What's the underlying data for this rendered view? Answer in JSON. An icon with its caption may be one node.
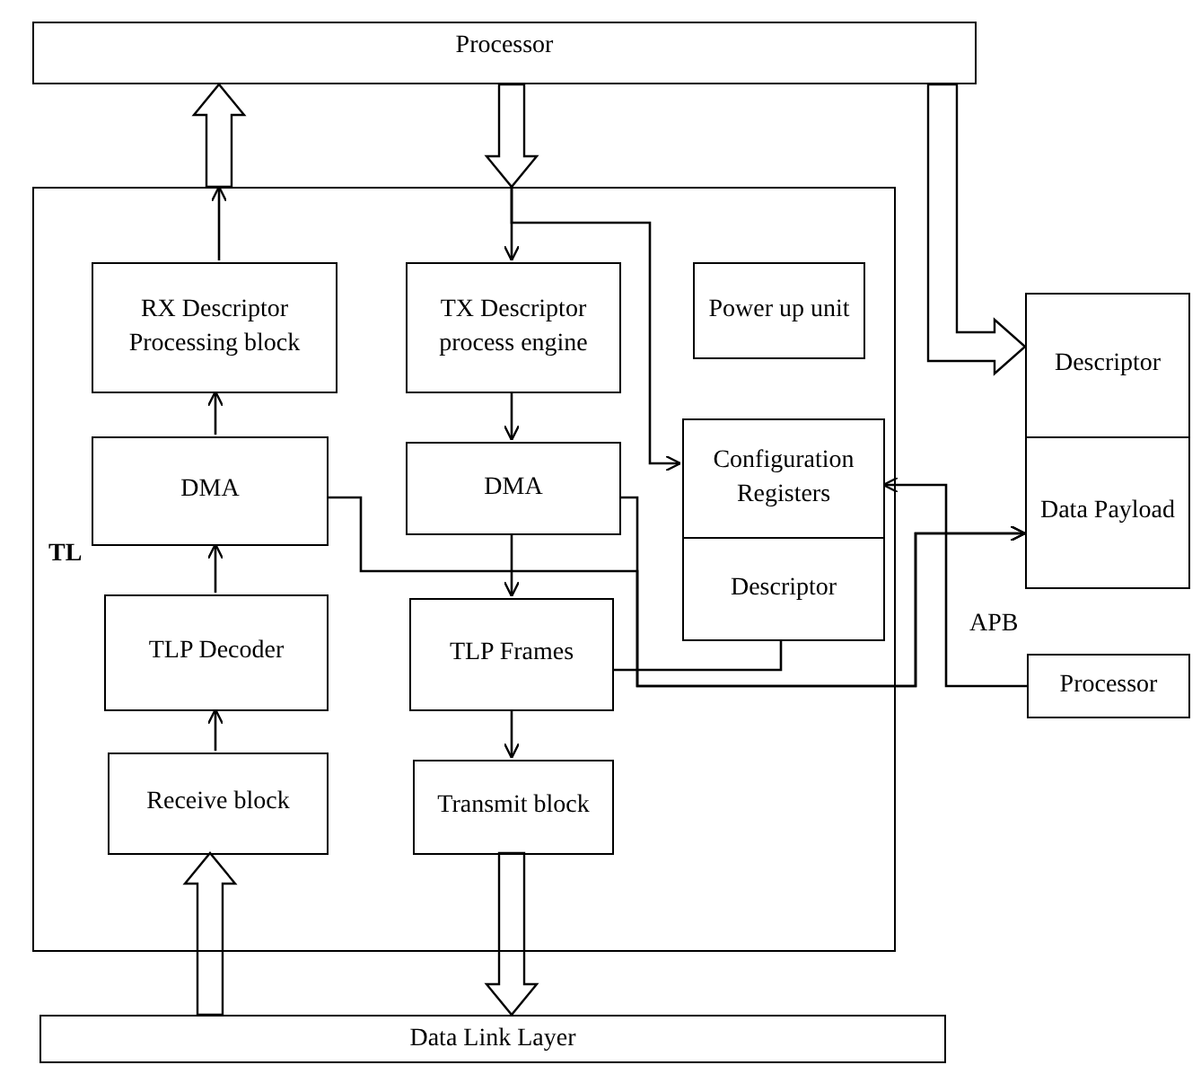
{
  "diagram": {
    "nodes": [
      {
        "text": [
          "Processor"
        ]
      },
      {
        "text": [
          "TL"
        ]
      },
      {
        "text": [
          "RX Descriptor Processing block"
        ],
        "in": 1
      },
      {
        "text": [
          "TX Descriptor process engine"
        ],
        "in": 1
      },
      {
        "text": [
          "Power up unit"
        ],
        "in": 1
      },
      {
        "text": [
          "DMA"
        ],
        "in": 1
      },
      {
        "text": [
          "DMA"
        ],
        "in": 1
      },
      {
        "text": [
          "Configuration Registers",
          "Descriptor"
        ],
        "in": 1
      },
      {
        "text": [
          "TLP Decoder"
        ],
        "in": 1
      },
      {
        "text": [
          "TLP Frames"
        ],
        "in": 1
      },
      {
        "text": [
          "Receive block"
        ],
        "in": 1
      },
      {
        "text": [
          "Transmit block"
        ],
        "in": 1
      },
      {
        "text": [
          "Descriptor",
          "Data Payload"
        ]
      },
      {
        "text": [
          "Processor"
        ]
      },
      {
        "text": [
          "Data Link Layer"
        ]
      }
    ],
    "edges": [
      {
        "from": 2,
        "to": 1,
        "arrow": "to"
      },
      {
        "from": 1,
        "to": 0,
        "arrow": "to",
        "style": "thick"
      },
      {
        "from": 0,
        "to": 1,
        "arrow": "to",
        "style": "thick"
      },
      {
        "from": 1,
        "to": 3,
        "arrow": "to"
      },
      {
        "from": 1,
        "to": 7,
        "arrow": "to"
      },
      {
        "from": 0,
        "to": 12,
        "arrow": "to",
        "style": "thick"
      },
      {
        "from": 3,
        "to": 6,
        "arrow": "to"
      },
      {
        "from": 6,
        "to": 9,
        "arrow": "to"
      },
      {
        "from": 9,
        "to": 11,
        "arrow": "to"
      },
      {
        "from": 10,
        "to": 8,
        "arrow": "to"
      },
      {
        "from": 8,
        "to": 5,
        "arrow": "to"
      },
      {
        "from": 5,
        "to": 2,
        "arrow": "to"
      },
      {
        "from": 11,
        "to": 14,
        "arrow": "to",
        "style": "thick"
      },
      {
        "from": 14,
        "to": 10,
        "arrow": "to",
        "style": "thick"
      },
      {
        "from": 5,
        "to": 12,
        "arrow": "to"
      },
      {
        "from": 6,
        "to": 12,
        "arrow": "to"
      },
      {
        "from": 9,
        "to": 7,
        "arrow": "none"
      },
      {
        "from": 13,
        "to": 7,
        "arrow": "to"
      }
    ],
    "labels": [
      "APB"
    ]
  }
}
